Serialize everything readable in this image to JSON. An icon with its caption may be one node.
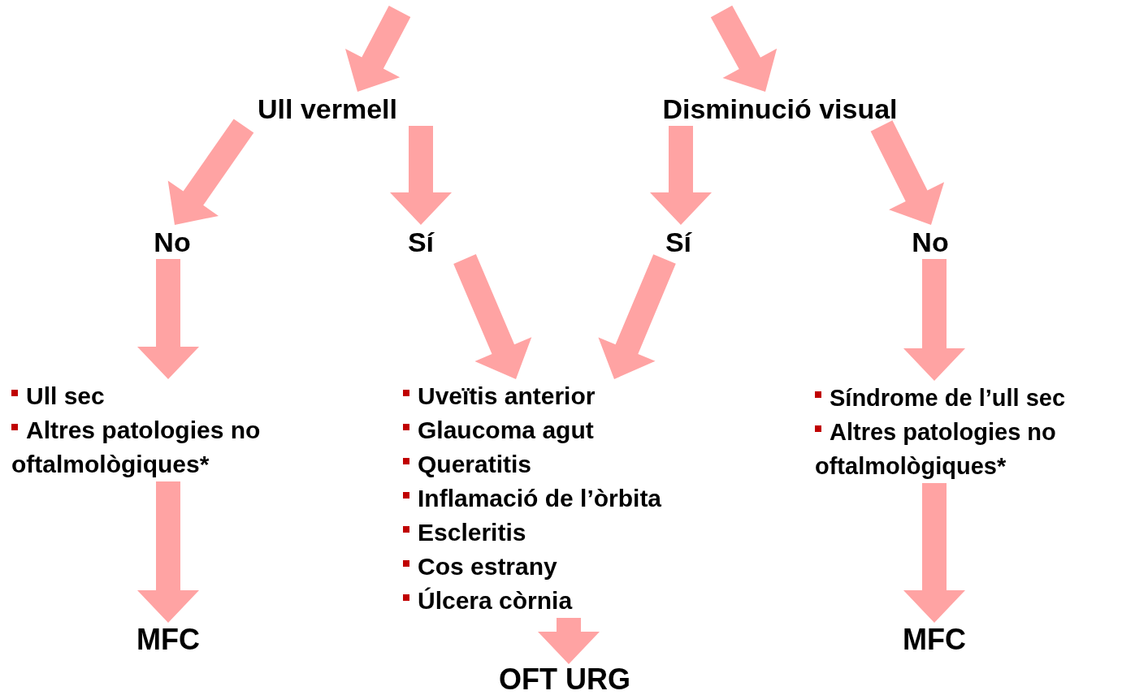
{
  "diagram": {
    "nodes": [
      {
        "text": [
          "Ull vermell"
        ]
      },
      {
        "text": [
          "Disminució visual"
        ]
      },
      {
        "text": [
          "No"
        ]
      },
      {
        "text": [
          "Sí"
        ]
      },
      {
        "text": [
          "Sí"
        ]
      },
      {
        "text": [
          "No"
        ]
      },
      {
        "text": [
          "Ull sec",
          "Altres patologies no oftalmològiques*"
        ]
      },
      {
        "text": [
          "Uveïtis anterior",
          "Glaucoma agut",
          "Queratitis",
          "Inflamació de l’òrbita",
          "Escleritis",
          "Cos estrany",
          "Úlcera còrnia"
        ]
      },
      {
        "text": [
          "Síndrome de l’ull sec",
          "Altres patologies no oftalmològiques*"
        ]
      },
      {
        "text": [
          "MFC"
        ]
      },
      {
        "text": [
          "OFT URG"
        ]
      },
      {
        "text": [
          "MFC"
        ]
      }
    ],
    "edges": [
      {
        "from": null,
        "to": 0,
        "arrow": "to"
      },
      {
        "from": null,
        "to": 1,
        "arrow": "to"
      },
      {
        "from": 0,
        "to": 2,
        "arrow": "to"
      },
      {
        "from": 0,
        "to": 3,
        "arrow": "to"
      },
      {
        "from": 1,
        "to": 4,
        "arrow": "to"
      },
      {
        "from": 1,
        "to": 5,
        "arrow": "to"
      },
      {
        "from": 2,
        "to": 6,
        "arrow": "to"
      },
      {
        "from": 3,
        "to": 7,
        "arrow": "to"
      },
      {
        "from": 4,
        "to": 7,
        "arrow": "to"
      },
      {
        "from": 5,
        "to": 8,
        "arrow": "to"
      },
      {
        "from": 6,
        "to": 9,
        "arrow": "to"
      },
      {
        "from": 7,
        "to": 10,
        "arrow": "to"
      },
      {
        "from": 8,
        "to": 11,
        "arrow": "to"
      }
    ]
  }
}
